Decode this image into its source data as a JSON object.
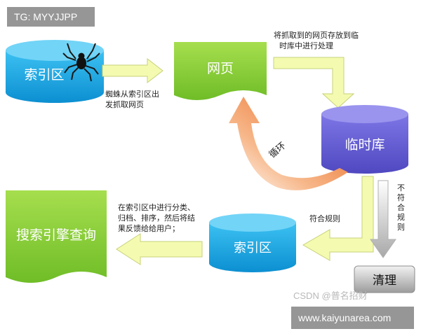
{
  "watermark_top": "TG: MYYJJPP",
  "watermark_bottom": "www.kaiyunarea.com",
  "csdn_credit": "CSDN @普名招财",
  "nodes": {
    "index_top": "索引区",
    "webpage": "网页",
    "temp_db": "临时库",
    "index_bottom": "索引区",
    "search_query": "搜索引擎查询",
    "cleanup": "清理"
  },
  "notes": {
    "spider_line1": "蜘蛛从索引区出",
    "spider_line2": "发抓取网页",
    "store_line1": "将抓取到的网页存放到临",
    "store_line2": "时库中进行处理",
    "loop": "循环",
    "qualified": "符合规则",
    "unqualified_chars": [
      "不",
      "符",
      "合",
      "规",
      "则"
    ],
    "feedback_line1": "在索引区中进行分类、",
    "feedback_line2": "归档、排序，然后将结",
    "feedback_line3": "果反馈给给用户；"
  },
  "colors": {
    "blue_db": "#1ba3e0",
    "green_doc": "#8fd03a",
    "purple_db": "#6b63d6",
    "arrow_fill": "#f4fbb0",
    "loop_arrow": "#ee6a1c",
    "gray_arrow": "#bdbdbd"
  },
  "icons": [
    "spider-icon"
  ]
}
